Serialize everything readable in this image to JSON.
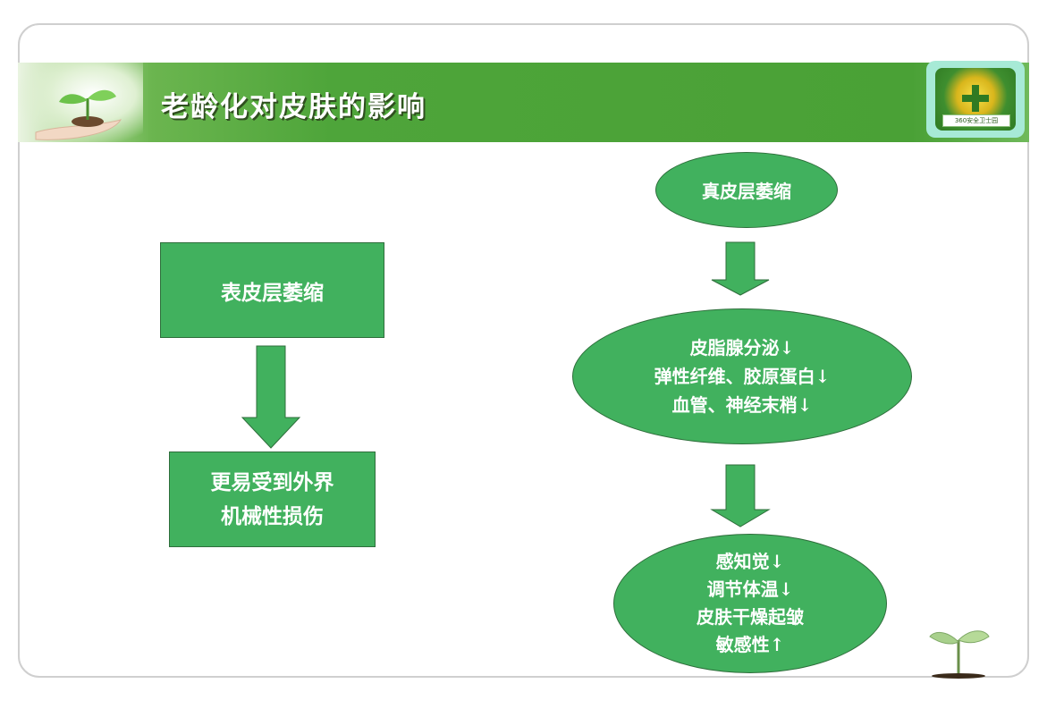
{
  "slide": {
    "title": "老龄化对皮肤的影响",
    "badge_text": "360安全卫士园"
  },
  "left_flow": {
    "box_top": "表皮层萎缩",
    "box_bottom_lines": [
      "更易受到外界",
      "机械性损伤"
    ]
  },
  "right_flow": {
    "ellipse_top": "真皮层萎缩",
    "ellipse_middle_lines": [
      "皮脂腺分泌↓",
      "弹性纤维、胶原蛋白↓",
      "血管、神经末梢↓"
    ],
    "ellipse_bottom_lines": [
      "感知觉↓",
      "调节体温↓",
      "皮肤干燥起皱",
      "敏感性↑"
    ]
  },
  "colors": {
    "node_fill": "#41b15e",
    "node_border": "#2e6e3b",
    "banner_green": "#4aa136"
  }
}
